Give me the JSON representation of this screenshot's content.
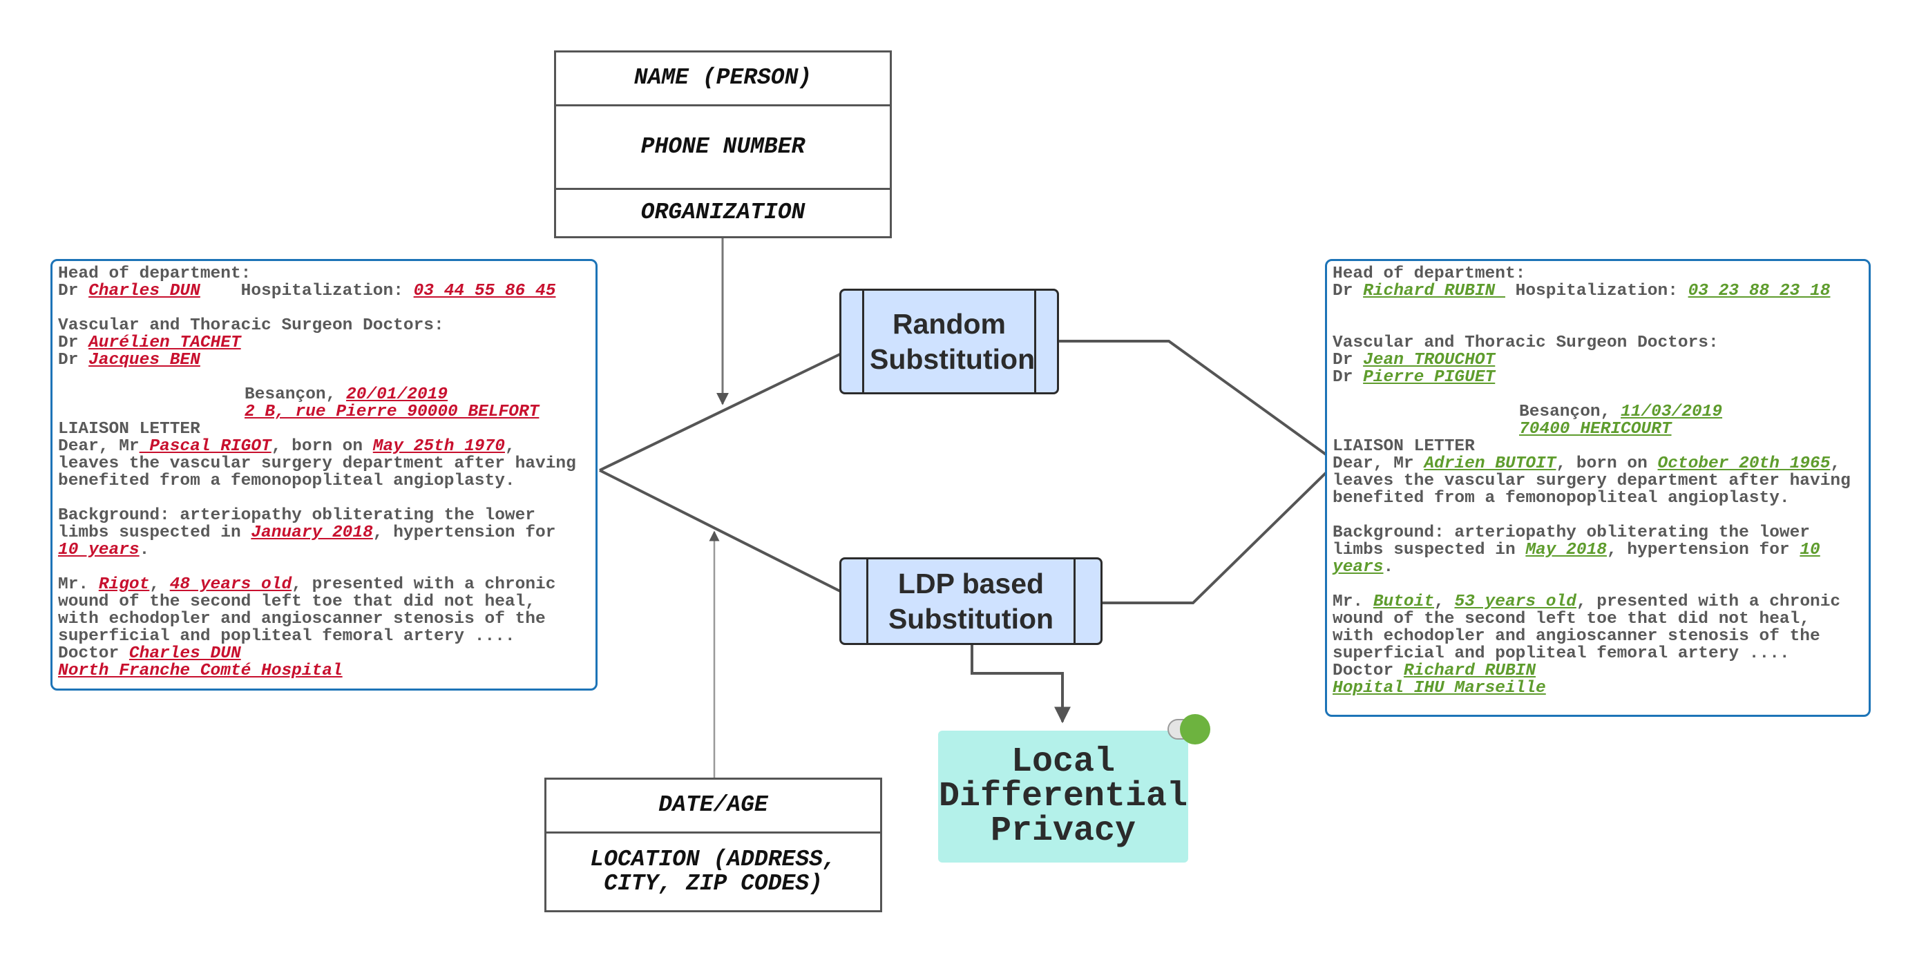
{
  "categories_top": [
    "NAME (PERSON)",
    "PHONE NUMBER",
    "ORGANIZATION"
  ],
  "categories_bottom": [
    "DATE/AGE",
    "LOCATION (ADDRESS, CITY, ZIP CODES)"
  ],
  "process": {
    "random": "Random Substitution",
    "ldp": "LDP based Substitution"
  },
  "ldp_note": "Local Differential Privacy",
  "colors": {
    "original": "#c8102e",
    "substituted": "#5e9c2d",
    "doc_border": "#1d74b7",
    "process_fill": "#cfe2ff",
    "ldp_fill": "#b4f1ea"
  },
  "original_doc": {
    "head_label": "Head of department:",
    "dr": "Dr",
    "head_name": "Charles DUN",
    "hosp_label": "Hospitalization:",
    "phone": "03 44 55 86 45",
    "surgeons_label": "Vascular and Thoracic Surgeon Doctors:",
    "surgeon1": "Aurélien TACHET",
    "surgeon2": "Jacques BEN",
    "city": "Besançon,",
    "date": "20/01/2019",
    "address": "2 B, rue Pierre 90000 BELFORT",
    "letter_title": "LIAISON LETTER",
    "dear": "Dear, Mr",
    "patient": " Pascal RIGOT",
    "born": ", born on",
    "birthdate": "May 25th 1970",
    "leaves1": ",",
    "leaves2": "leaves the vascular surgery department after having",
    "leaves3": "benefited from a femonopopliteal angioplasty.",
    "bg1": "Background: arteriopathy obliterating the lower",
    "bg2a": "limbs suspected in",
    "bg_date": "January 2018",
    "bg2b": ", hypertension for",
    "bg_years": "10 years",
    "bg3b": ".",
    "mr": "Mr.",
    "patient_short": "Rigot",
    "comma": ",",
    "age": "48 years old",
    "pres1": ", presented with a chronic",
    "pres2": "wound of the second left toe that did not heal,",
    "pres3": "with echodopler and angioscanner stenosis of the",
    "pres4": "superficial and popliteal femoral artery ....",
    "doctor": "Doctor",
    "doctor_name": "Charles DUN",
    "hospital": "North Franche Comté Hospital"
  },
  "substituted_doc": {
    "head_label": "Head of department:",
    "dr": "Dr",
    "head_name": "Richard RUBIN ",
    "hosp_label": "Hospitalization:",
    "phone": "03 23 88 23 18",
    "surgeons_label": "Vascular and Thoracic Surgeon Doctors:",
    "surgeon1": "Jean TROUCHOT",
    "surgeon2": "Pierre PIGUET",
    "city": "Besançon,",
    "date": "11/03/2019",
    "address": "70400 HERICOURT",
    "letter_title": "LIAISON LETTER",
    "dear": "Dear, Mr",
    "patient": "Adrien BUTOIT",
    "born": ", born on",
    "birthdate": "October 20th 1965",
    "leaves1": ",",
    "leaves2": "leaves the vascular surgery department after having",
    "leaves3": "benefited from a femonopopliteal angioplasty.",
    "bg1": "Background: arteriopathy obliterating the lower",
    "bg2a": "limbs suspected in",
    "bg_date": "May 2018",
    "bg2b": ", hypertension for",
    "bg_years_a": "10",
    "bg_years_b": "years",
    "bg3b": ".",
    "mr": "Mr.",
    "patient_short": "Butoit",
    "comma": ",",
    "age": "53 years old",
    "pres1": ", presented with a chronic",
    "pres2": "wound of the second left toe that did not heal,",
    "pres3": "with echodopler and angioscanner stenosis of the",
    "pres4": "superficial and popliteal femoral artery ....",
    "doctor": "Doctor",
    "doctor_name": "Richard RUBIN",
    "hospital": "Hopital IHU Marseille"
  }
}
